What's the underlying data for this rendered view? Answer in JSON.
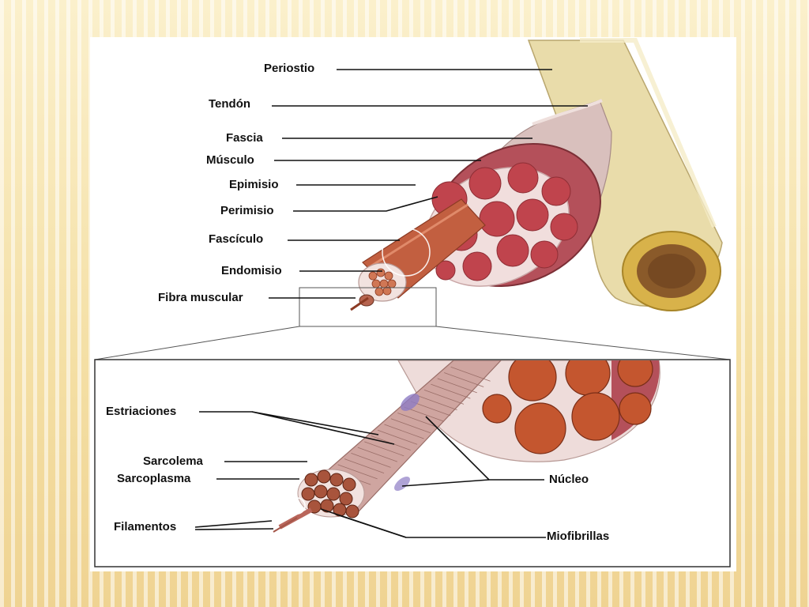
{
  "labels": {
    "periostio": "Periostio",
    "tendon": "Tendón",
    "fascia": "Fascia",
    "musculo": "Músculo",
    "epimisio": "Epimisio",
    "perimisio": "Perimisio",
    "fasciculo": "Fascículo",
    "endomisio": "Endomisio",
    "fibra_muscular": "Fibra muscular",
    "estriaciones": "Estriaciones",
    "sarcolema": "Sarcolema",
    "sarcoplasma": "Sarcoplasma",
    "filamentos": "Filamentos",
    "nucleo": "Núcleo",
    "miofibrillas": "Miofibrillas"
  },
  "colors": {
    "bone": "#e9dcaa",
    "muscle": "#b4505a",
    "fascia": "#d9c0bd",
    "marrow": "#c9a23a",
    "bundle": "#c2633f"
  }
}
